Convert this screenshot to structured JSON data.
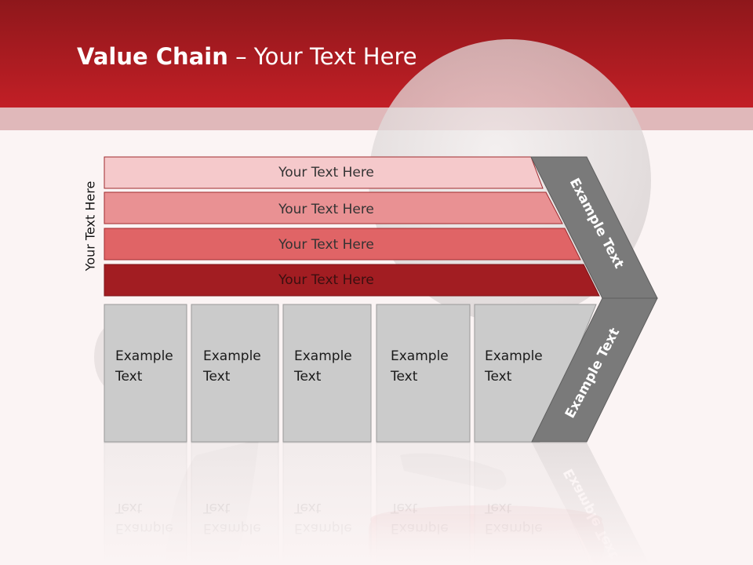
{
  "slide": {
    "title_bold": "Value Chain",
    "title_rest": " – Your Text Here"
  },
  "diagram": {
    "side_label": "Your Text Here",
    "rows": [
      {
        "label": "Your Text Here",
        "fill": "#f5c9cb",
        "text_color": "#333333"
      },
      {
        "label": "Your Text Here",
        "fill": "#e99193",
        "text_color": "#333333"
      },
      {
        "label": "Your Text Here",
        "fill": "#e06466",
        "text_color": "#333333"
      },
      {
        "label": "Your Text Here",
        "fill": "#a21d22",
        "text_color": "#3a1010"
      }
    ],
    "columns": [
      {
        "line1": "Example",
        "line2": "Text"
      },
      {
        "line1": "Example",
        "line2": "Text"
      },
      {
        "line1": "Example",
        "line2": "Text"
      },
      {
        "line1": "Example",
        "line2": "Text"
      },
      {
        "line1": "Example",
        "line2": "Text"
      }
    ],
    "arrow_top_label": "Example Text",
    "arrow_bottom_label": "Example Text",
    "colors": {
      "header_dark": "#8e171b",
      "header_light": "#c21f26",
      "cell_fill": "#cbcbcb",
      "arrow_fill": "#7a7a7a"
    }
  }
}
